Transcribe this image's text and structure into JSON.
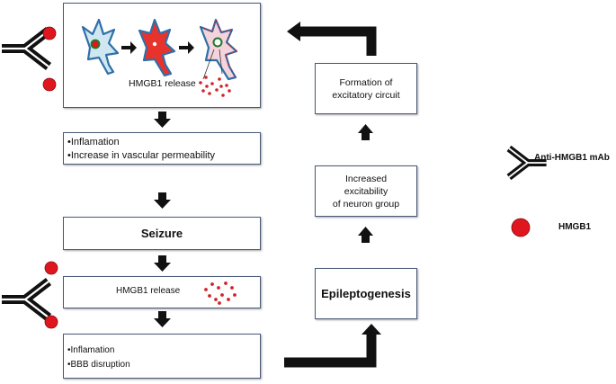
{
  "box_top": {
    "caption": "HMGB1 release"
  },
  "box_inflam1": {
    "bullets": [
      "Inflamation",
      "Increase in vascular permeability"
    ]
  },
  "box_seizure": {
    "label": "Seizure"
  },
  "box_release2": {
    "label": "HMGB1 release"
  },
  "box_inflam2": {
    "bullets": [
      "Inflamation",
      "BBB disruption"
    ]
  },
  "box_epilepto": {
    "label": "Epileptogenesis"
  },
  "box_excit": {
    "lines": [
      "Increased",
      "excitability",
      "of neuron group"
    ]
  },
  "box_circuit": {
    "lines": [
      "Formation of",
      "excitatory circuit"
    ]
  },
  "legend": {
    "antibody_label": "Anti-HMGB1 mAb",
    "hmgb1_label": "HMGB1"
  },
  "colors": {
    "hmgb1_red": "#e0161e",
    "box_border": "#4a5a78",
    "neuron_blue": "#2f6fa8",
    "neuron_red": "#e8322c"
  },
  "icons": [
    "antibody-icon",
    "hmgb1-dot-icon",
    "neuron-icon",
    "down-arrow-icon",
    "up-arrow-icon",
    "elbow-arrow-icon"
  ]
}
